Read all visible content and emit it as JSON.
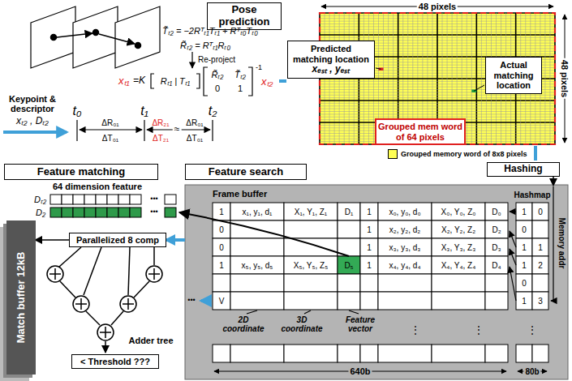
{
  "diagram": {
    "nodes": [
      {
        "text": [
          "Pose prediction"
        ]
      },
      {
        "text": [
          "Predicted matching location",
          "xₑₛₜ , yₑₛₜ"
        ]
      },
      {
        "text": [
          "Actual matching location"
        ]
      },
      {
        "text": [
          "Grouped mem word of 64 pixels"
        ]
      },
      {
        "text": [
          "Hashing"
        ]
      },
      {
        "text": [
          "Feature matching"
        ]
      },
      {
        "text": [
          "Feature search"
        ]
      },
      {
        "text": [
          "Frame buffer"
        ]
      },
      {
        "text": [
          "Match buffer 12kB"
        ]
      },
      {
        "text": [
          "Parallelized 8 comp"
        ]
      },
      {
        "text": [
          "< Threshold ???"
        ]
      }
    ],
    "edges": [
      {
        "from": 7,
        "to": 9,
        "arrow": "to"
      },
      {
        "from": 9,
        "to": 8,
        "arrow": "to"
      },
      {
        "from": 4,
        "to": 7,
        "arrow": "to"
      }
    ],
    "labels": [
      "Keypoint & descriptor",
      "xₜ₂ , Dₜ₂",
      "t₀",
      "t₁",
      "t₂",
      "ΔR₀₁",
      "ΔT₀₁",
      "ΔR₂₁",
      "ΔT₂₁",
      "≈",
      "ΔR₀₁",
      "ΔT₀₁",
      "T̃ₜ₂ = −2Rᵀₜ₁Tₜ₁ + Rᵀₜ₀Tₜ₀",
      "R̃ₜ₂ = Rᵀₜ₁Rₜ₀",
      "Re-project",
      "xₜ₁",
      "=K",
      "Rₜ₁ | Tₜ₁",
      "R̃ₜ₂",
      "T̃ₜ₂",
      "0",
      "1",
      "-1",
      "xₜ₂",
      "48 pixels",
      "48 pixels",
      "Hashmap",
      "1",
      "x₁, y₁, d₁",
      "X₁, Y₁, Z₁",
      "D₁",
      "1",
      "x₀, y₀, d₀",
      "X₀, Y₀, Z₀",
      "D₀",
      "1",
      "0",
      "0",
      "1",
      "x₂, y₂, d₂",
      "X₂, Y₂, Z₂",
      "D₂",
      "0",
      "0",
      "1",
      "x₃, y₃, d₃",
      "X₃, Y₃, Z₃",
      "D₃",
      "1",
      "1",
      "1",
      "x₅, y₅, d₅",
      "X₅, Y₅, Z₅",
      "D₅",
      "1",
      "x₄, y₄, d₄",
      "X₄, Y₄, Z₄",
      "D₄",
      "1",
      "2",
      "0",
      "V",
      "1",
      "3",
      "2D coordinate",
      "3D coordinate",
      "Feature vector",
      "⋮",
      "⋮",
      "⋮",
      "640b",
      "80b",
      "Memory addr",
      "64 dimension feature",
      "Dₜ₂",
      "D₂",
      "•••",
      "•••",
      "Adder tree",
      "•••"
    ],
    "legend": [
      {
        "text": "Grouped memory word of 8x8 pixels",
        "color": "#ffff55"
      }
    ]
  }
}
